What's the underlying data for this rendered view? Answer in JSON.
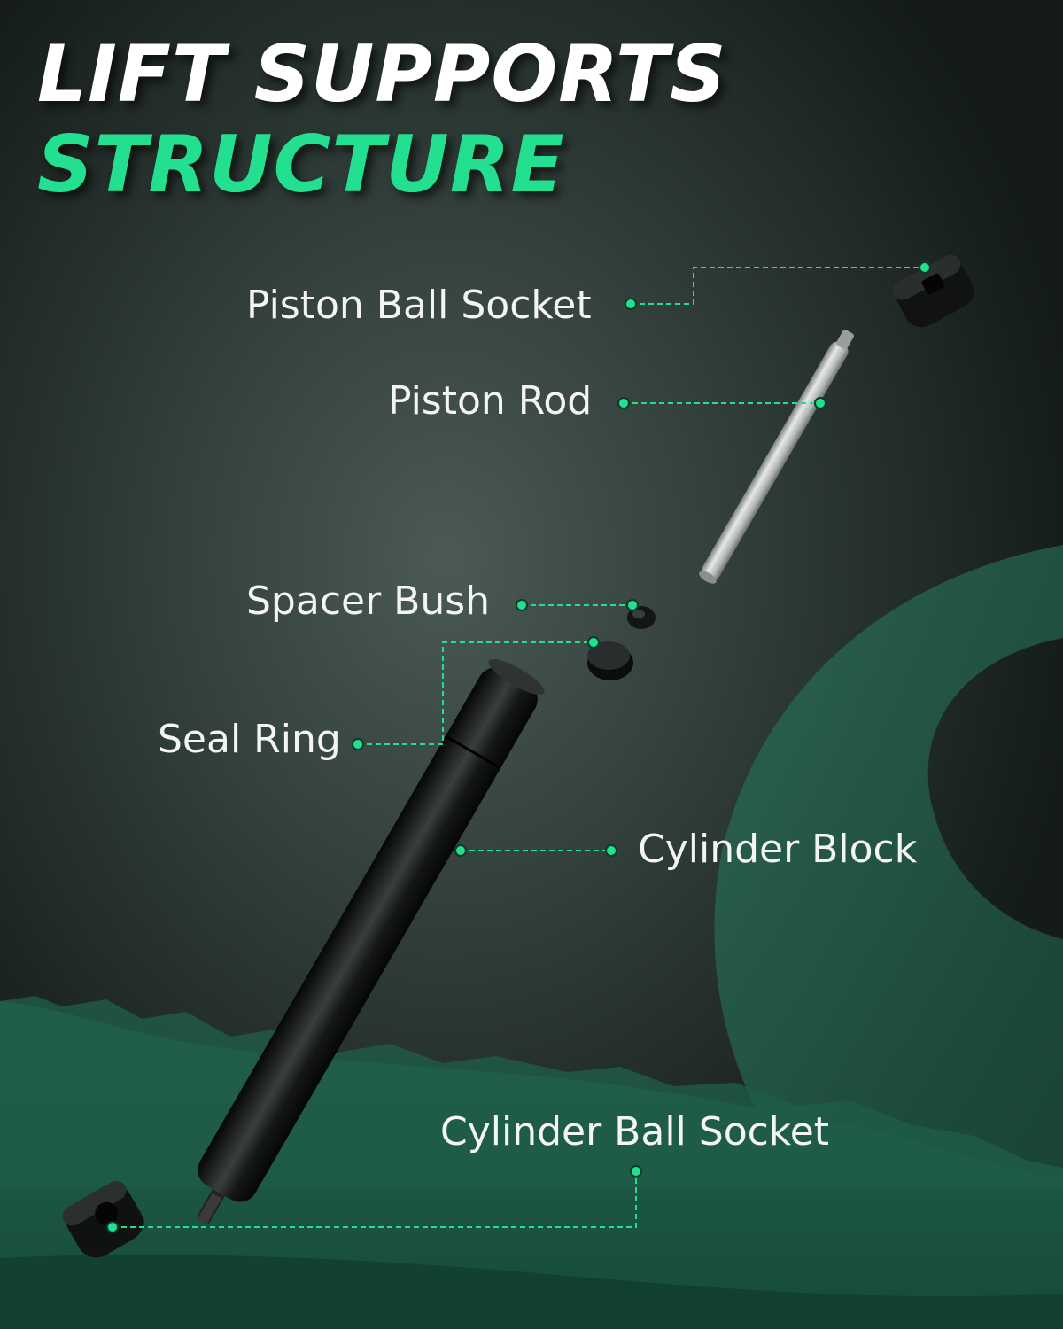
{
  "header": {
    "line1": "LIFT SUPPORTS",
    "line2": "STRUCTURE"
  },
  "labels": {
    "piston_ball_socket": "Piston Ball Socket",
    "piston_rod": "Piston Rod",
    "spacer_bush": "Spacer Bush",
    "seal_ring": "Seal Ring",
    "cylinder_block": "Cylinder Block",
    "cylinder_ball_socket": "Cylinder Ball Socket"
  },
  "colors": {
    "accent": "#22e08f",
    "background": "#1c2522",
    "wave": "#1f5a46",
    "text": "#f4f4f4"
  }
}
